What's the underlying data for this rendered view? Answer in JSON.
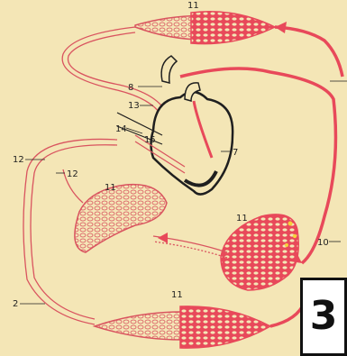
{
  "diagram": {
    "labels": {
      "l11_top": "11",
      "l8": "8",
      "l13": "13",
      "l14": "14",
      "l15": "15",
      "l7": "7",
      "l12_outer": "12",
      "l12_inner": "12",
      "l11_left": "11",
      "l11_right": "11",
      "l10": "10",
      "l2": "2",
      "l11_bottom": "11"
    },
    "figure_number": "3"
  },
  "colors": {
    "background": "#f4e6b6",
    "arterial": "#e8495a",
    "venous_outline": "#d9545f",
    "heart": "#1f1f1f"
  }
}
